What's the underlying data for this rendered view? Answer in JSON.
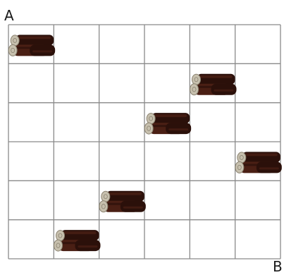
{
  "labels": {
    "start": "A",
    "end": "B"
  },
  "grid": {
    "columns": 6,
    "rows": 6
  },
  "logs": [
    {
      "column": 0,
      "row": 0
    },
    {
      "column": 4,
      "row": 1
    },
    {
      "column": 3,
      "row": 2
    },
    {
      "column": 5,
      "row": 3
    },
    {
      "column": 2,
      "row": 4
    },
    {
      "column": 1,
      "row": 5
    }
  ],
  "colors": {
    "grid_line": "#8a8a8a",
    "log_bark": "#4a1f14",
    "log_bark_dark": "#2b100a",
    "log_end": "#c7c0ae",
    "log_ring": "#8a8270"
  }
}
